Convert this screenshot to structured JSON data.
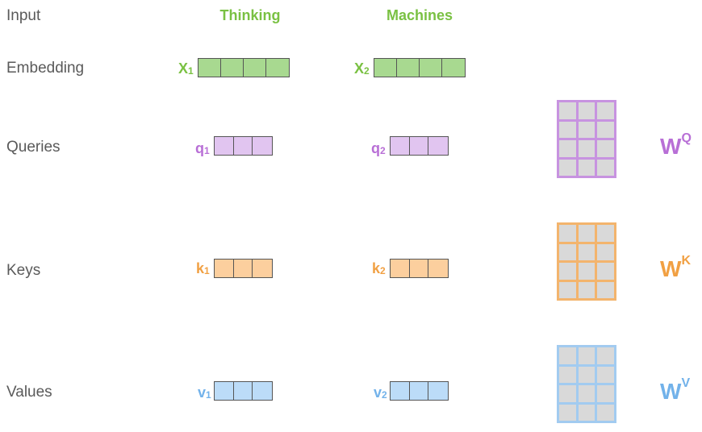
{
  "labels": {
    "input": "Input",
    "embedding": "Embedding",
    "queries": "Queries",
    "keys": "Keys",
    "values": "Values"
  },
  "words": [
    "Thinking",
    "Machines"
  ],
  "embedding": [
    {
      "base": "X",
      "sub": "1"
    },
    {
      "base": "X",
      "sub": "2"
    }
  ],
  "queries": [
    {
      "base": "q",
      "sub": "1"
    },
    {
      "base": "q",
      "sub": "2"
    }
  ],
  "keys": [
    {
      "base": "k",
      "sub": "1"
    },
    {
      "base": "k",
      "sub": "2"
    }
  ],
  "values": [
    {
      "base": "v",
      "sub": "1"
    },
    {
      "base": "v",
      "sub": "2"
    }
  ],
  "weights": {
    "q": {
      "base": "W",
      "sup": "Q"
    },
    "k": {
      "base": "W",
      "sup": "K"
    },
    "v": {
      "base": "W",
      "sup": "V"
    }
  },
  "colors": {
    "green": "#7ac143",
    "green_fill": "#a8d990",
    "purple": "#b86fd6",
    "purple_fill": "#e1c5f0",
    "orange": "#f1a043",
    "orange_fill": "#fccf9e",
    "blue": "#72b2ea",
    "blue_fill": "#bcdcf8",
    "matrix_cell": "#d9d9d9"
  }
}
